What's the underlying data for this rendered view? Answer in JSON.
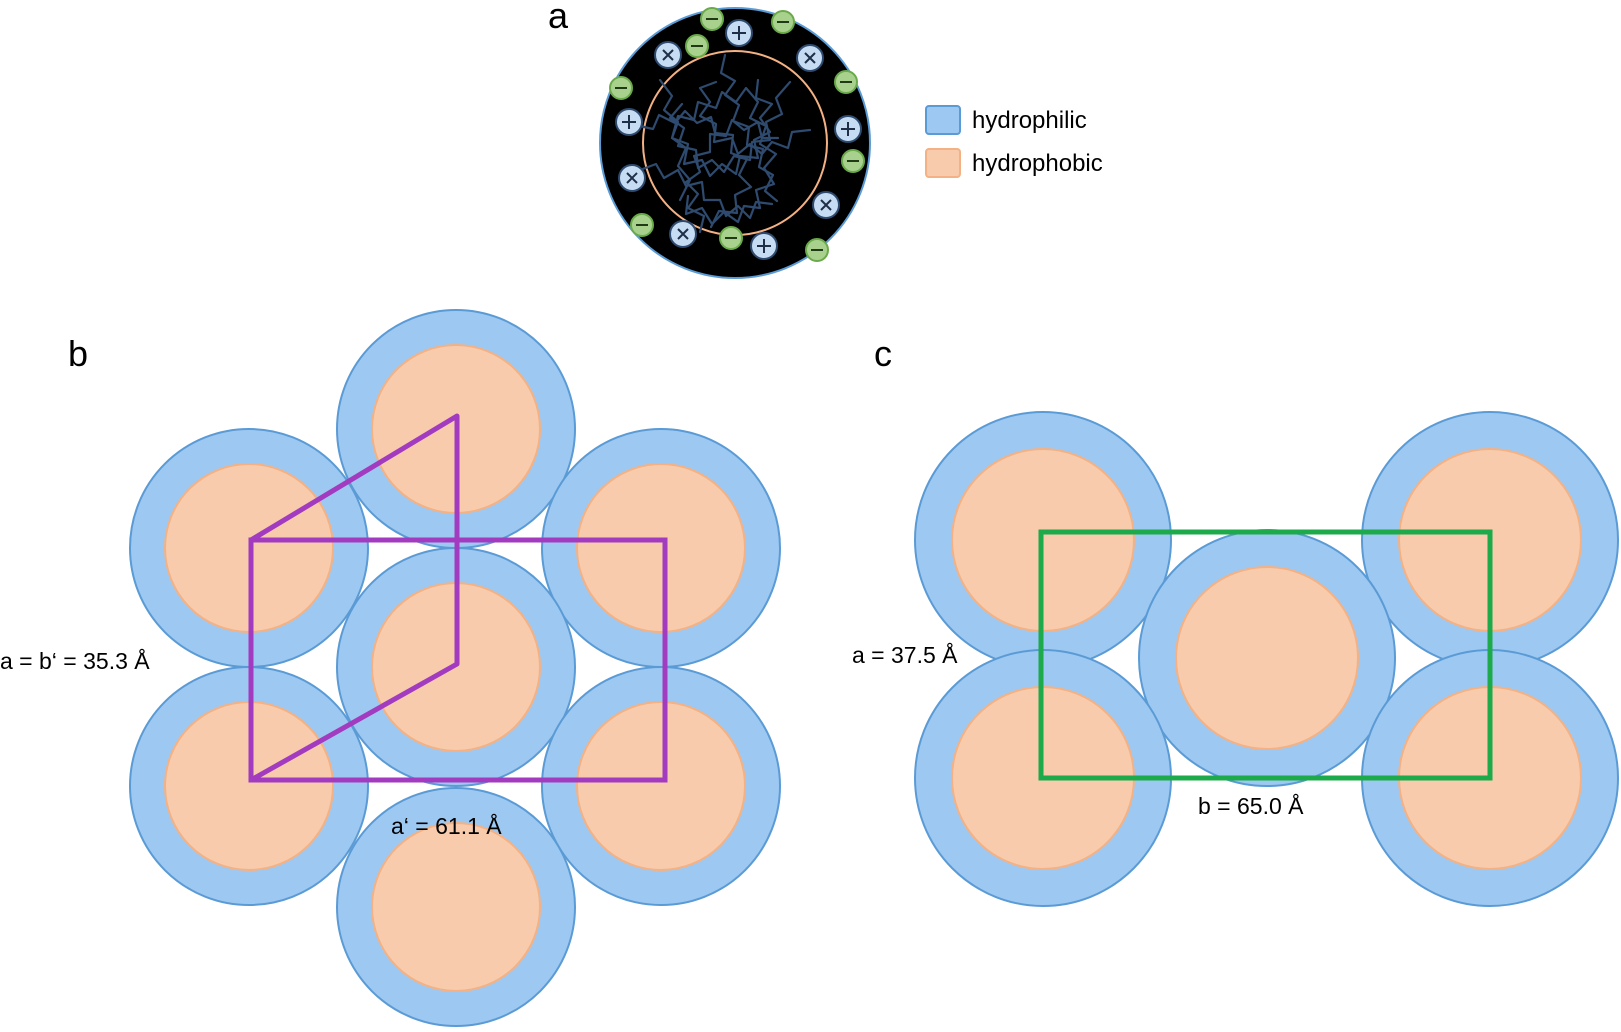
{
  "colors": {
    "hydrophilic": "#9dc8f2",
    "hydrophobic": "#f7cbac",
    "cation": "#c5dcf2",
    "anion": "#a9d18e",
    "hexagonal_cell": "#a23bbf",
    "rectangular_cell": "#1daa4a"
  },
  "panel_a": {
    "label": "a",
    "legend": [
      {
        "label": "hydrophilic",
        "color": "#9dc8f2",
        "border": "#5b9bd5"
      },
      {
        "label": "hydrophobic",
        "color": "#f7cbac",
        "border": "#f4b183"
      }
    ],
    "ions": {
      "cation_symbol": "+",
      "anion_symbol": "−"
    }
  },
  "panel_b": {
    "label": "b",
    "cell_label_side": "a = b‘ = 35.3 Å",
    "cell_label_bottom": "a‘ = 61.1 Å"
  },
  "panel_c": {
    "label": "c",
    "cell_label_side": "a = 37.5 Å",
    "cell_label_bottom": "b = 65.0 Å"
  }
}
